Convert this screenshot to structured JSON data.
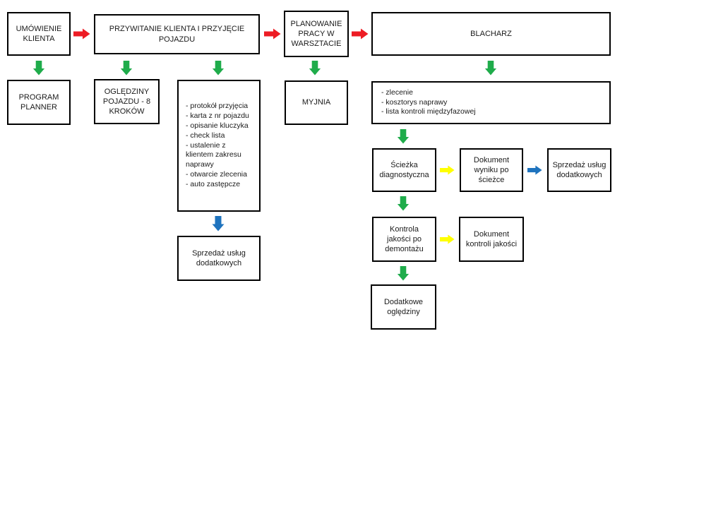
{
  "colors": {
    "red": "#ED1C24",
    "green": "#1FAC4B",
    "yellow": "#FFFF00",
    "blue": "#1E73BE",
    "box_border": "#000000",
    "background": "#FFFFFF"
  },
  "nodes": {
    "umowienie": {
      "label": "UMÓWIENIE KLIENTA"
    },
    "przywitanie": {
      "label": "PRZYWITANIE KLIENTA I PRZYJĘCIE POJAZDU"
    },
    "planowanie": {
      "label": "PLANOWANIE PRACY W WARSZTACIE"
    },
    "blacharz": {
      "label": "BLACHARZ"
    },
    "program_planner": {
      "label": "PROGRAM PLANNER"
    },
    "ogledziny": {
      "label": "OGLĘDZINY POJAZDU - 8 KROKÓW"
    },
    "przyjecie_lista": {
      "lines": [
        "- protokół przyjęcia",
        "- karta z nr pojazdu",
        "- opisanie kluczyka",
        "- check lista",
        "- ustalenie z klientem zakresu naprawy",
        "- otwarcie zlecenia",
        "- auto zastępcze"
      ]
    },
    "myjnia": {
      "label": "MYJNIA"
    },
    "zlecenie_lista": {
      "lines": [
        "- zlecenie",
        "- kosztorys naprawy",
        "- lista kontroli międzyfazowej"
      ]
    },
    "sciezka": {
      "label": "Ścieżka diagnostyczna"
    },
    "dokument_wyniku": {
      "label": "Dokument wyniku po ścieżce"
    },
    "sprzedaz_uslug_prawa": {
      "label": "Sprzedaż usług dodatkowych"
    },
    "kontrola": {
      "label": "Kontrola jakości po demontażu"
    },
    "dokument_kontroli": {
      "label": "Dokument kontroli jakości"
    },
    "dodatkowe": {
      "label": "Dodatkowe oględziny"
    },
    "sprzedaz_uslug_lewa": {
      "label": "Sprzedaż usług dodatkowych"
    }
  }
}
